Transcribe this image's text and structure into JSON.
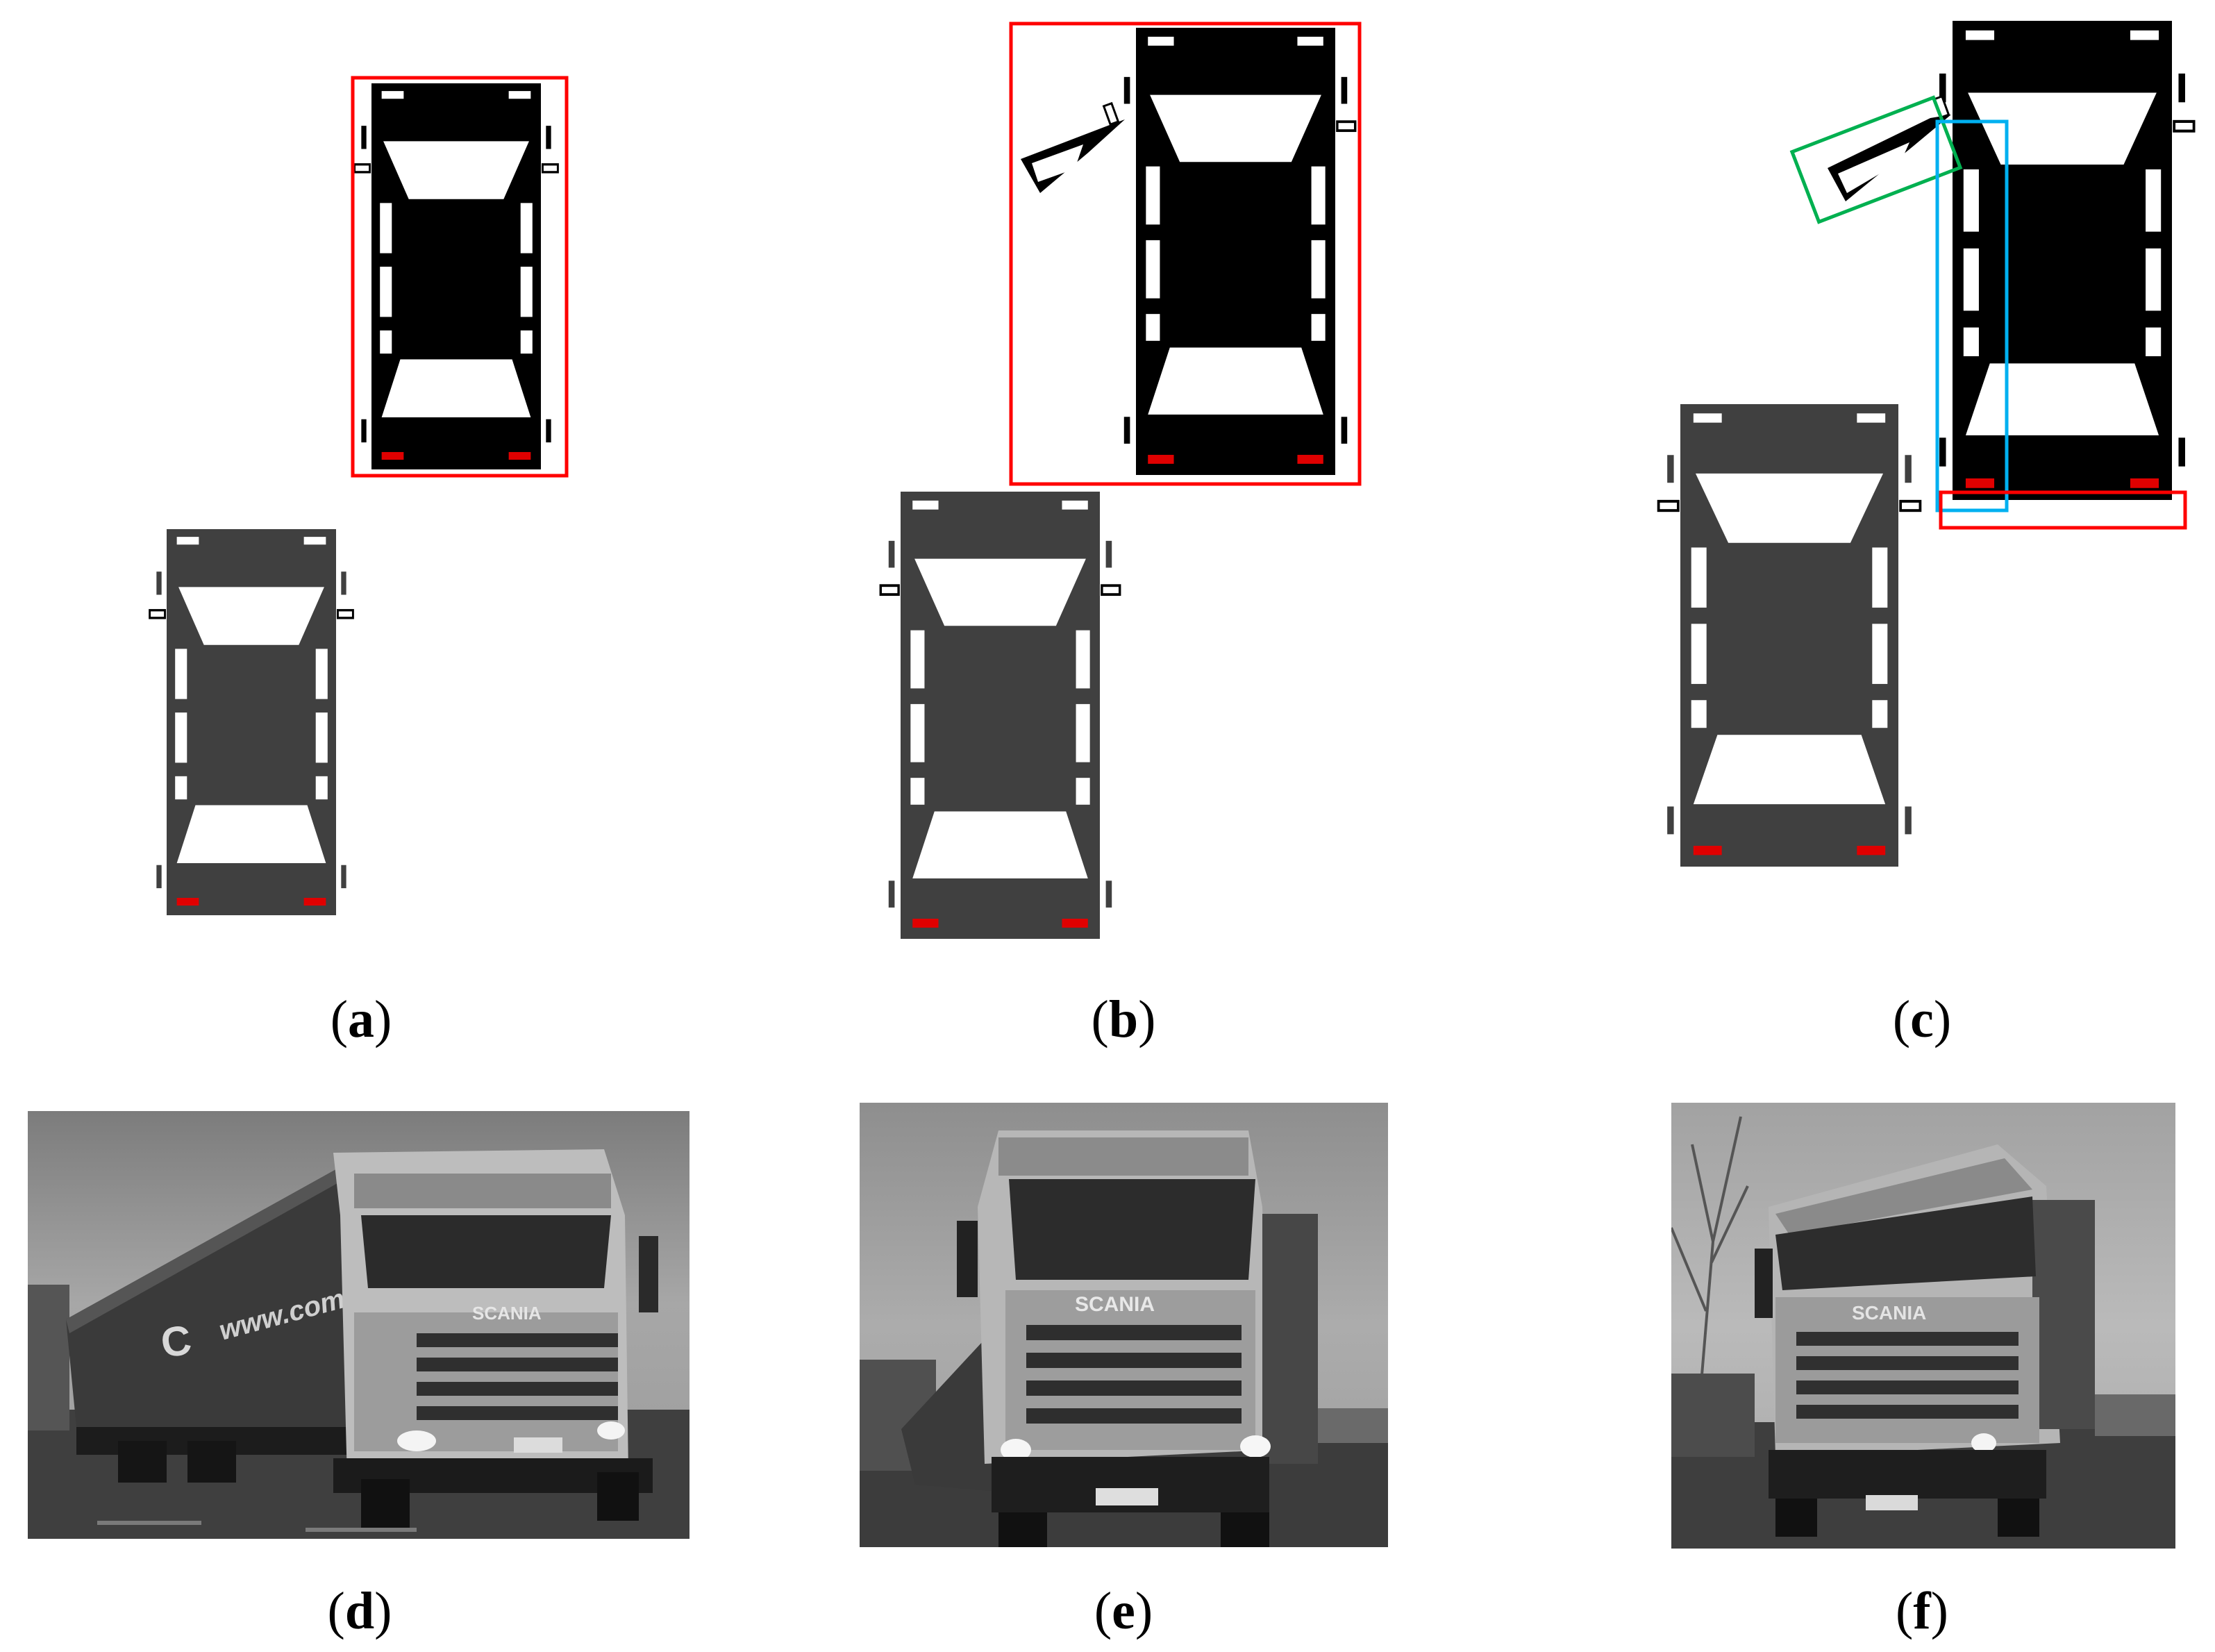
{
  "figure": {
    "panels": [
      {
        "id": "a",
        "caption_open": "(",
        "caption_letter": "a",
        "caption_close": ")",
        "kind": "schematic"
      },
      {
        "id": "b",
        "caption_open": "(",
        "caption_letter": "b",
        "caption_close": ")",
        "kind": "schematic"
      },
      {
        "id": "c",
        "caption_open": "(",
        "caption_letter": "c",
        "caption_close": ")",
        "kind": "schematic"
      },
      {
        "id": "d",
        "caption_open": "(",
        "caption_letter": "d",
        "caption_close": ")",
        "kind": "photo"
      },
      {
        "id": "e",
        "caption_open": "(",
        "caption_letter": "e",
        "caption_close": ")",
        "kind": "photo"
      },
      {
        "id": "f",
        "caption_open": "(",
        "caption_letter": "f",
        "caption_close": ")",
        "kind": "photo"
      }
    ],
    "photo_text": {
      "brand": "SCANIA",
      "trailer_text": "www.combi",
      "trailer_logo": "C"
    },
    "colors": {
      "dark_vehicle": "#000000",
      "grey_vehicle": "#404040",
      "glass": "#ffffff",
      "tail_light": "#e00000",
      "box_red": "#ff0000",
      "box_green": "#00b050",
      "box_blue": "#00b0f0"
    },
    "icons": [
      "truck-top-view-icon",
      "truck-photo-icon"
    ]
  }
}
